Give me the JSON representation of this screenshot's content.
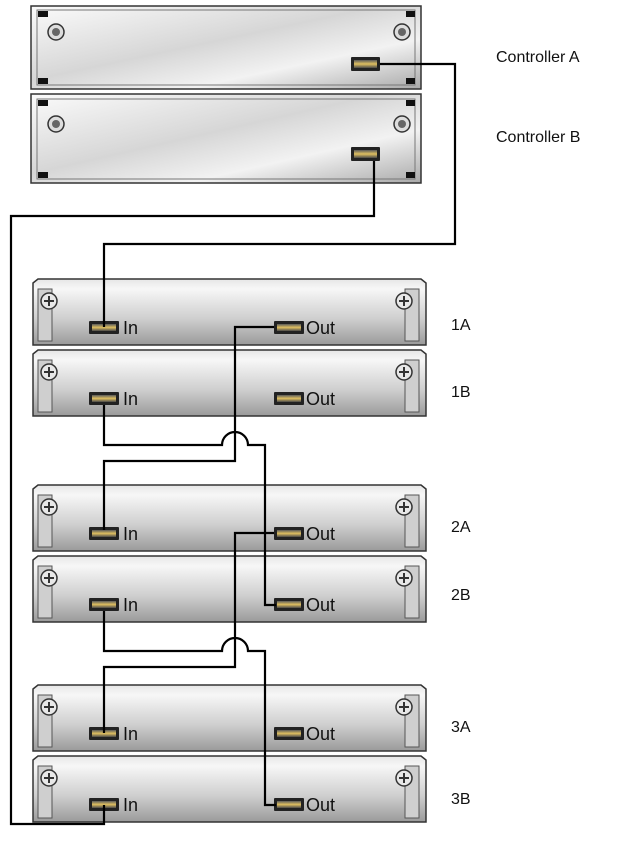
{
  "controllers": [
    {
      "label": "Controller A"
    },
    {
      "label": "Controller B"
    }
  ],
  "trays": [
    {
      "label": "1A",
      "in_label": "In",
      "out_label": "Out"
    },
    {
      "label": "1B",
      "in_label": "In",
      "out_label": "Out"
    },
    {
      "label": "2A",
      "in_label": "In",
      "out_label": "Out"
    },
    {
      "label": "2B",
      "in_label": "In",
      "out_label": "Out"
    },
    {
      "label": "3A",
      "in_label": "In",
      "out_label": "Out"
    },
    {
      "label": "3B",
      "in_label": "In",
      "out_label": "Out"
    }
  ],
  "colors": {
    "panel_light": "#f7f7f7",
    "panel_mid": "#c9c9c9",
    "panel_dark": "#8a8a8a",
    "cable": "#000000",
    "port": "#d8b04a"
  }
}
